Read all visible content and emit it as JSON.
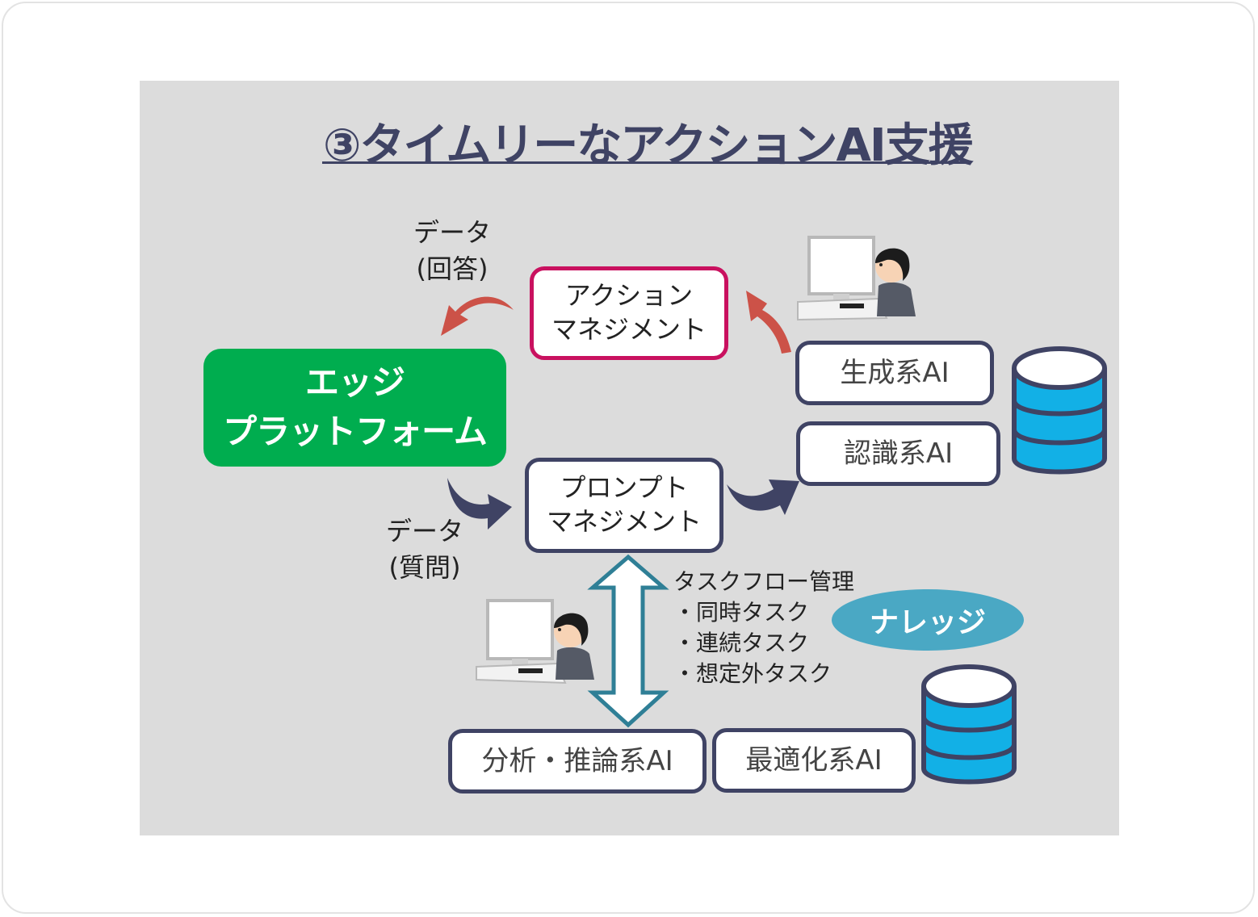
{
  "title": "③タイムリーなアクションAI支援",
  "nodes": {
    "edge_platform": {
      "line1": "エッジ",
      "line2": "プラットフォーム"
    },
    "action_management": {
      "line1": "アクション",
      "line2": "マネジメント"
    },
    "prompt_management": {
      "line1": "プロンプト",
      "line2": "マネジメント"
    },
    "generative_ai": "生成系AI",
    "recognition_ai": "認識系AI",
    "analysis_ai": "分析・推論系AI",
    "optimization_ai": "最適化系AI",
    "knowledge": "ナレッジ"
  },
  "labels": {
    "data_answer": {
      "line1": "データ",
      "line2": "(回答)"
    },
    "data_question": {
      "line1": "データ",
      "line2": "(質問)"
    }
  },
  "taskflow": {
    "heading": "タスクフロー管理",
    "items": [
      "・同時タスク",
      "・連続タスク",
      "・想定外タスク"
    ]
  },
  "colors": {
    "title": "#3f4364",
    "edge_platform": "#00ad4f",
    "action_border": "#c9115f",
    "navy": "#3f4364",
    "answer_arrow": "#cc5248",
    "question_arrow": "#3f4364",
    "bidirectional_arrow": "#2f7f96",
    "database": "#12b0e6",
    "knowledge": "#4aa8c4"
  }
}
